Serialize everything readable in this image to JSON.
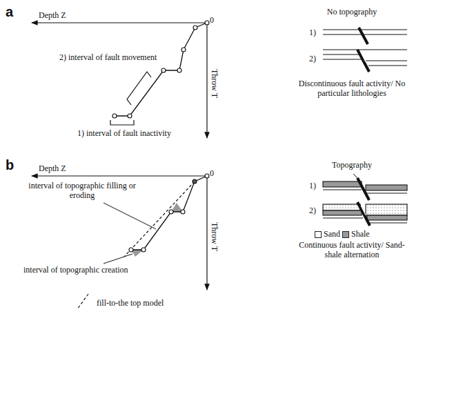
{
  "diagram": {
    "labels": [
      "a",
      "Depth Z",
      "0",
      "Throw T",
      "2) interval of fault movement",
      "1) interval of fault inactivity",
      "No topography",
      "1)",
      "2)",
      "Discontinuous fault activity/ No particular lithologies",
      "b",
      "Depth Z",
      "0",
      "Throw T",
      "interval of topographic filling or eroding",
      "interval of topographic creation",
      "Topography",
      "1)",
      "2)",
      "Continuous fault activity/ Sand-shale alternation"
    ],
    "legend": [
      {
        "text": "Sand",
        "color": "#ffffff"
      },
      {
        "text": "Shale",
        "color": "#999999"
      },
      {
        "text": "fill-to-the top model"
      }
    ]
  }
}
